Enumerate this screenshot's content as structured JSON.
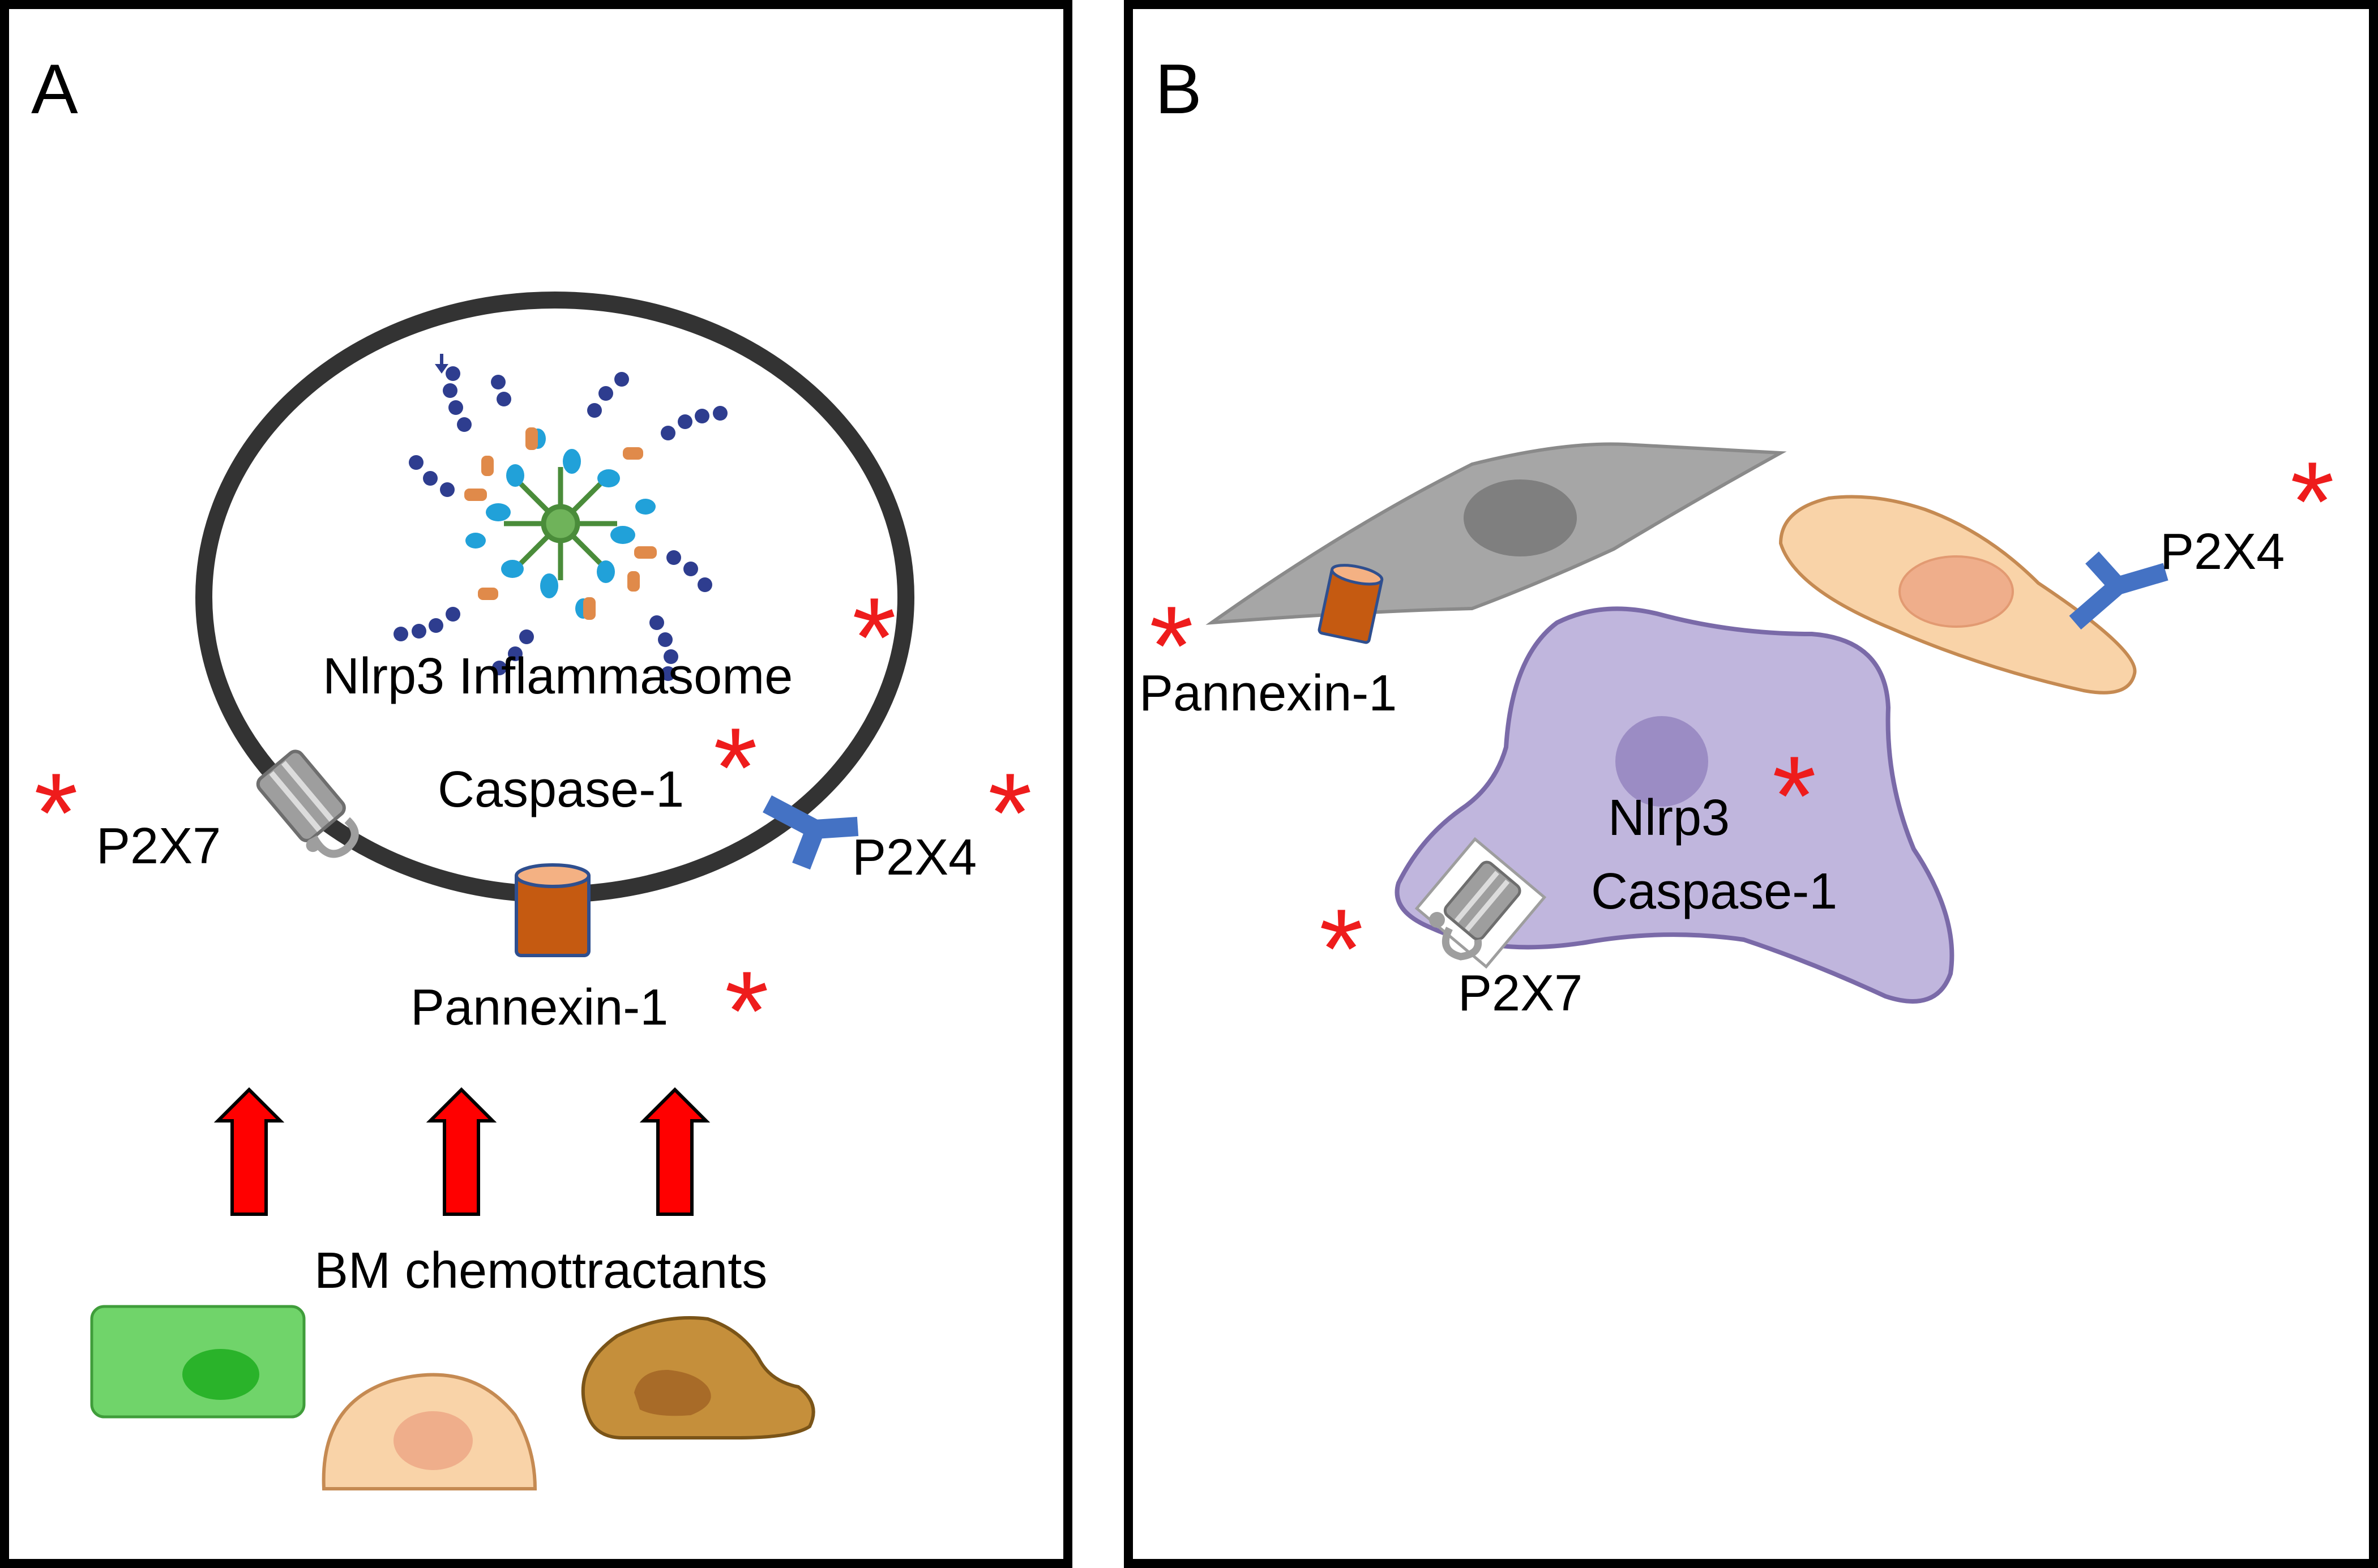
{
  "panels": {
    "a": {
      "letter": "A",
      "labels": {
        "inflammasome": "Nlrp3 Inflammasome",
        "caspase": "Caspase-1",
        "p2x7": "P2X7",
        "p2x4": "P2X4",
        "pannexin": "Pannexin-1",
        "chemo": "BM chemottractants"
      },
      "asterisk": "*"
    },
    "b": {
      "letter": "B",
      "labels": {
        "pannexin": "Pannexin-1",
        "p2x4": "P2X4",
        "nlrp3": "Nlrp3",
        "caspase": "Caspase-1",
        "p2x7": "P2X7"
      },
      "asterisk": "*"
    }
  },
  "colors": {
    "asterisk": "#ee1c1c",
    "arrow": "#ff0000",
    "membrane": "#333333",
    "p2x4": "#4472c4",
    "pannexin": "#c55a11",
    "p2x7": "#9e9e9e",
    "green_cell": "#70d46a",
    "peach_cell": "#f9d3a8",
    "brown_cell": "#c58f3b",
    "gray_cell": "#a6a6a6",
    "purple_cell": "#c0b6dd"
  }
}
